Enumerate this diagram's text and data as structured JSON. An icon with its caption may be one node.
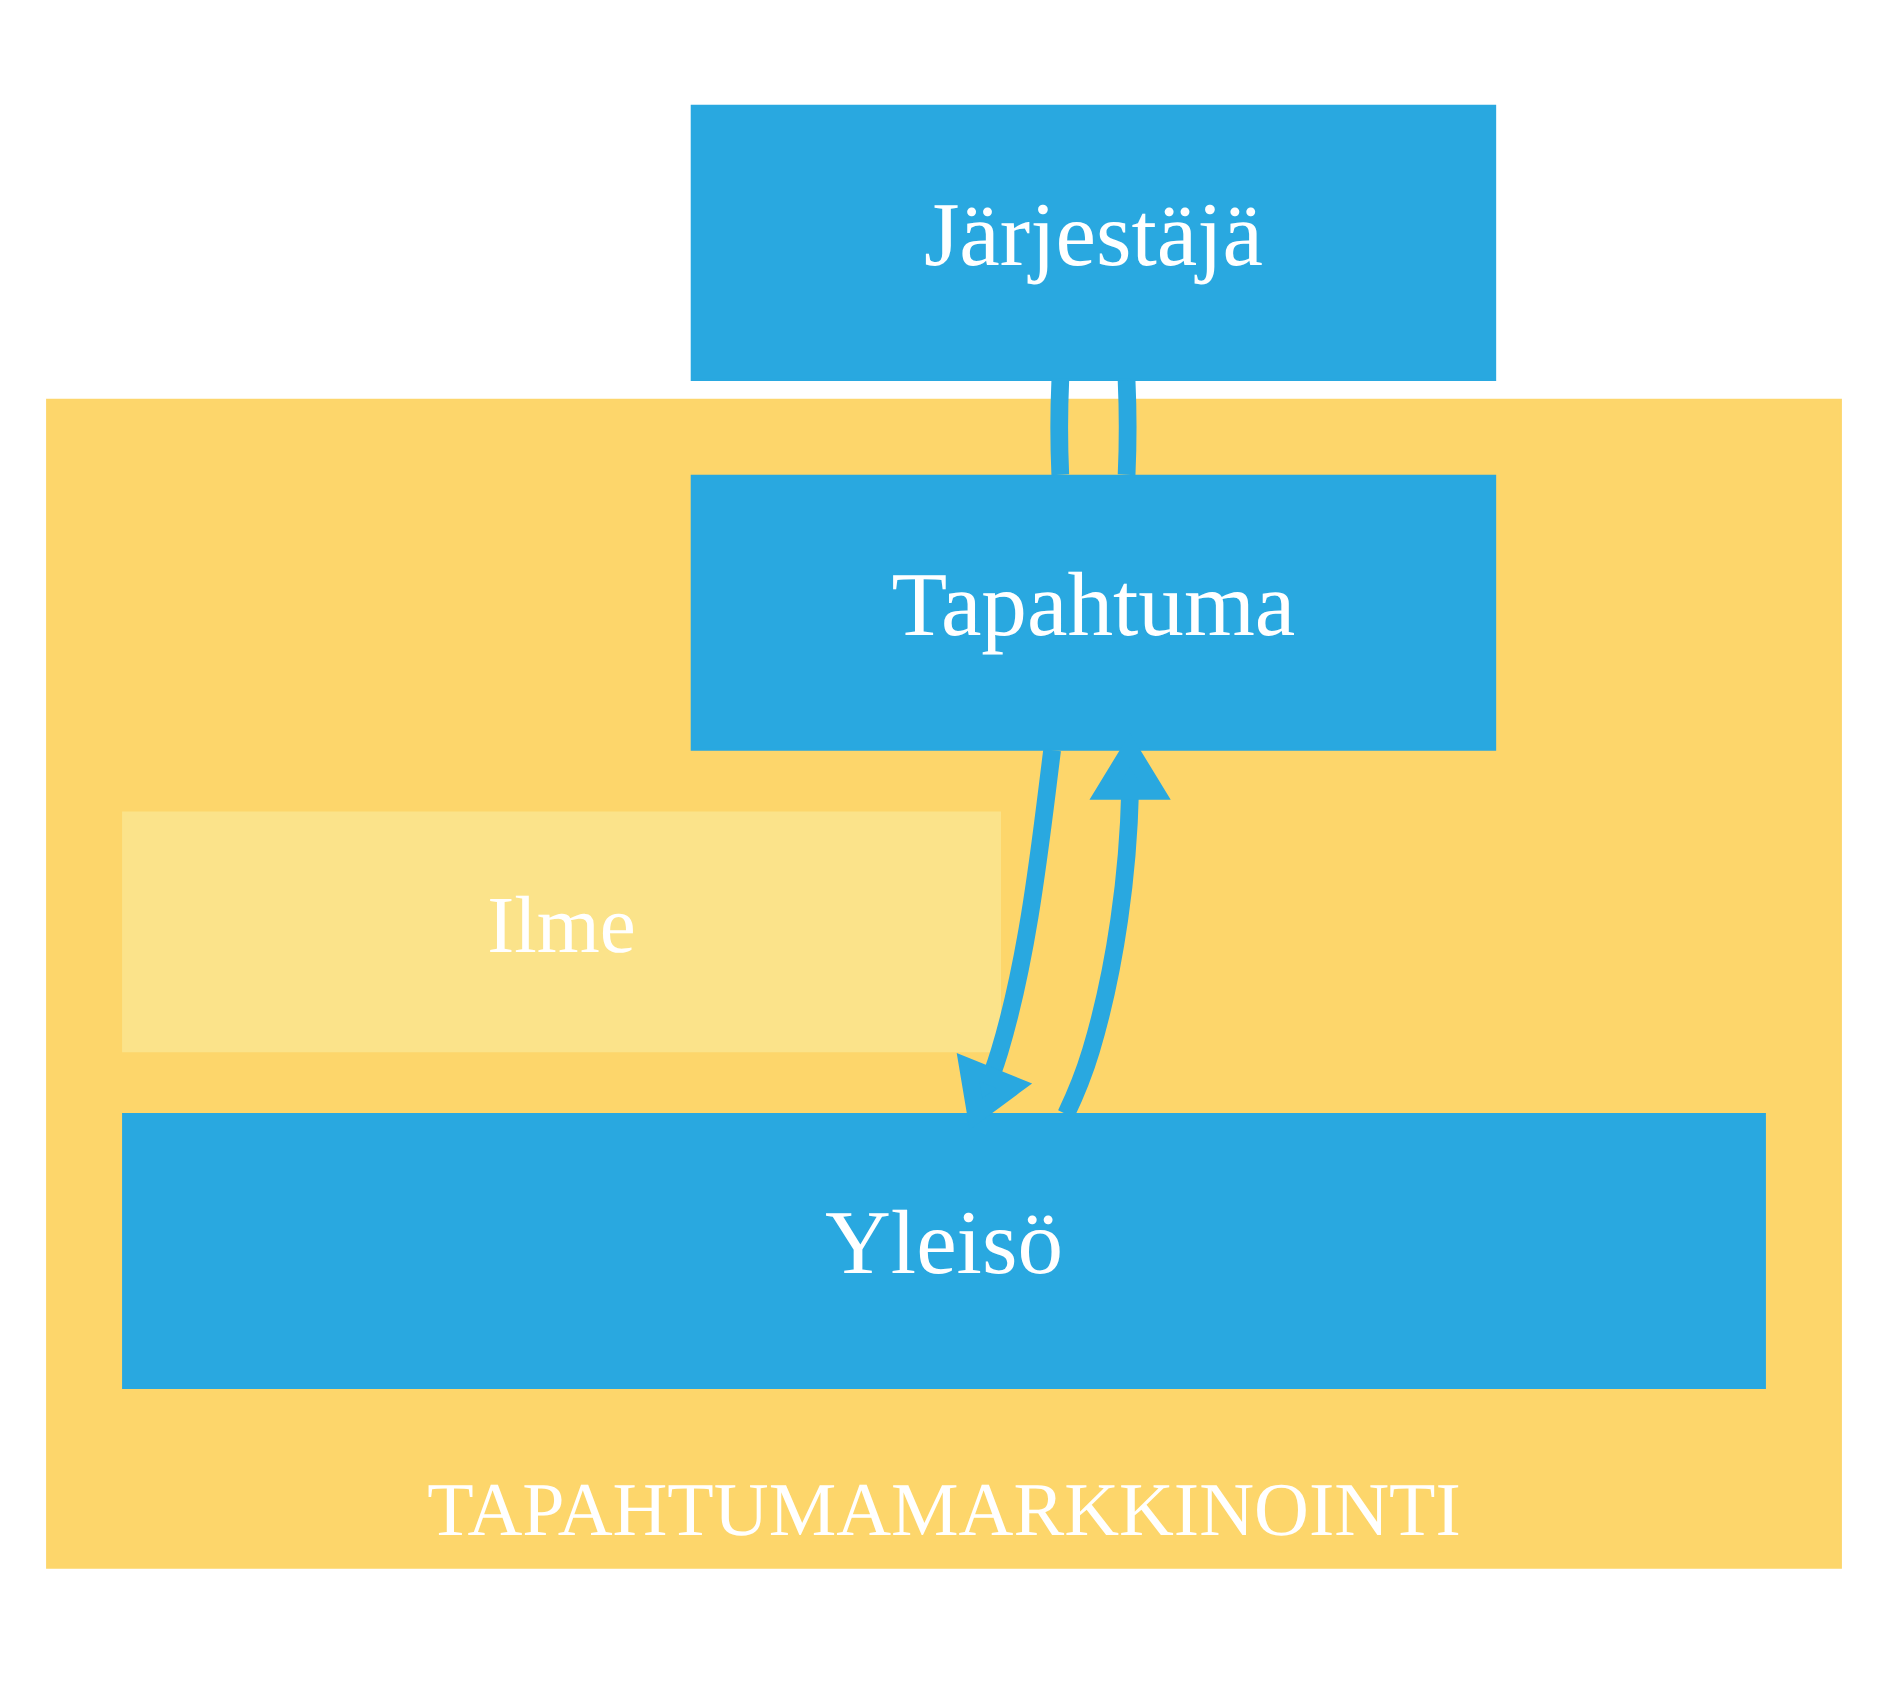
{
  "diagram": {
    "nodes": [
      {
        "text": [
          "TAPAHTUMAMARKKINOINTI"
        ]
      },
      {
        "text": [
          "Järjestäjä"
        ]
      },
      {
        "text": [
          "Tapahtuma"
        ],
        "in": 0
      },
      {
        "text": [
          "Ilme"
        ],
        "in": 0
      },
      {
        "text": [
          "Yleisö"
        ],
        "in": 0
      }
    ],
    "edges": [
      {
        "from": 1,
        "to": 2,
        "arrow": "none"
      },
      {
        "from": 2,
        "to": 1,
        "arrow": "none"
      },
      {
        "from": 2,
        "to": 4,
        "arrow": "to"
      },
      {
        "from": 4,
        "to": 2,
        "arrow": "to"
      }
    ]
  }
}
